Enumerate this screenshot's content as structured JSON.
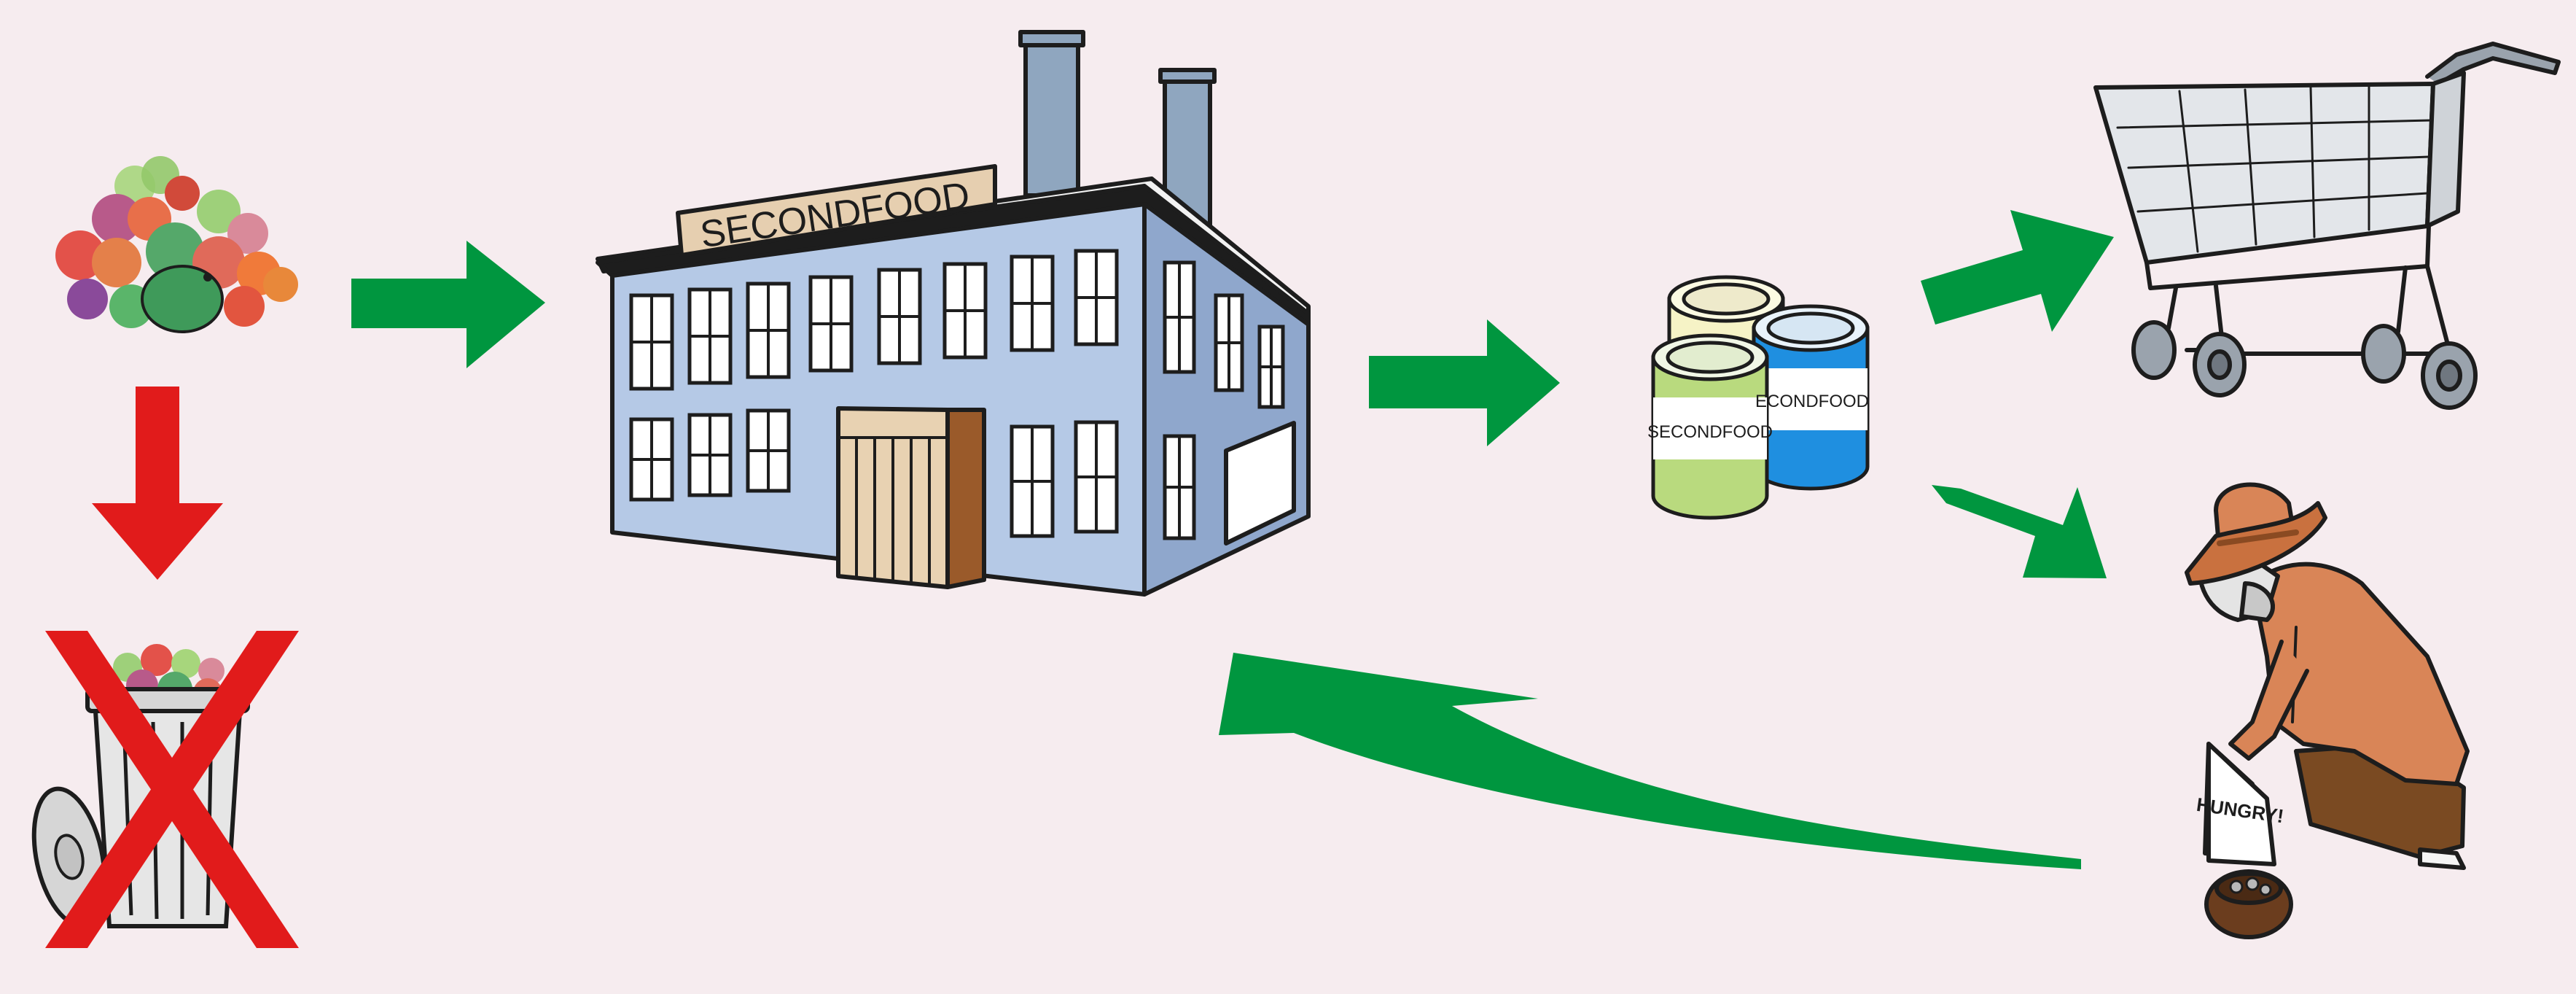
{
  "factory": {
    "sign_text": "SECONDFOOD"
  },
  "cans": {
    "can_green_label": "SECONDFOOD",
    "can_blue_label": "ECONDFOOD"
  },
  "person": {
    "sign_text": "HUNGRY!"
  },
  "colors": {
    "background": "#f6ecef",
    "flow_arrow": "#00963f",
    "waste_arrow": "#e11b1b",
    "cross": "#e11b1b",
    "building": "#b5c9e6",
    "can_green": "#b9da7e",
    "can_blue": "#1f8fe0",
    "jacket": "#d98557"
  },
  "icons": [
    "fresh-produce-icon",
    "trash-can-icon",
    "factory-icon",
    "canned-food-icon",
    "shopping-cart-icon",
    "hungry-person-icon"
  ]
}
